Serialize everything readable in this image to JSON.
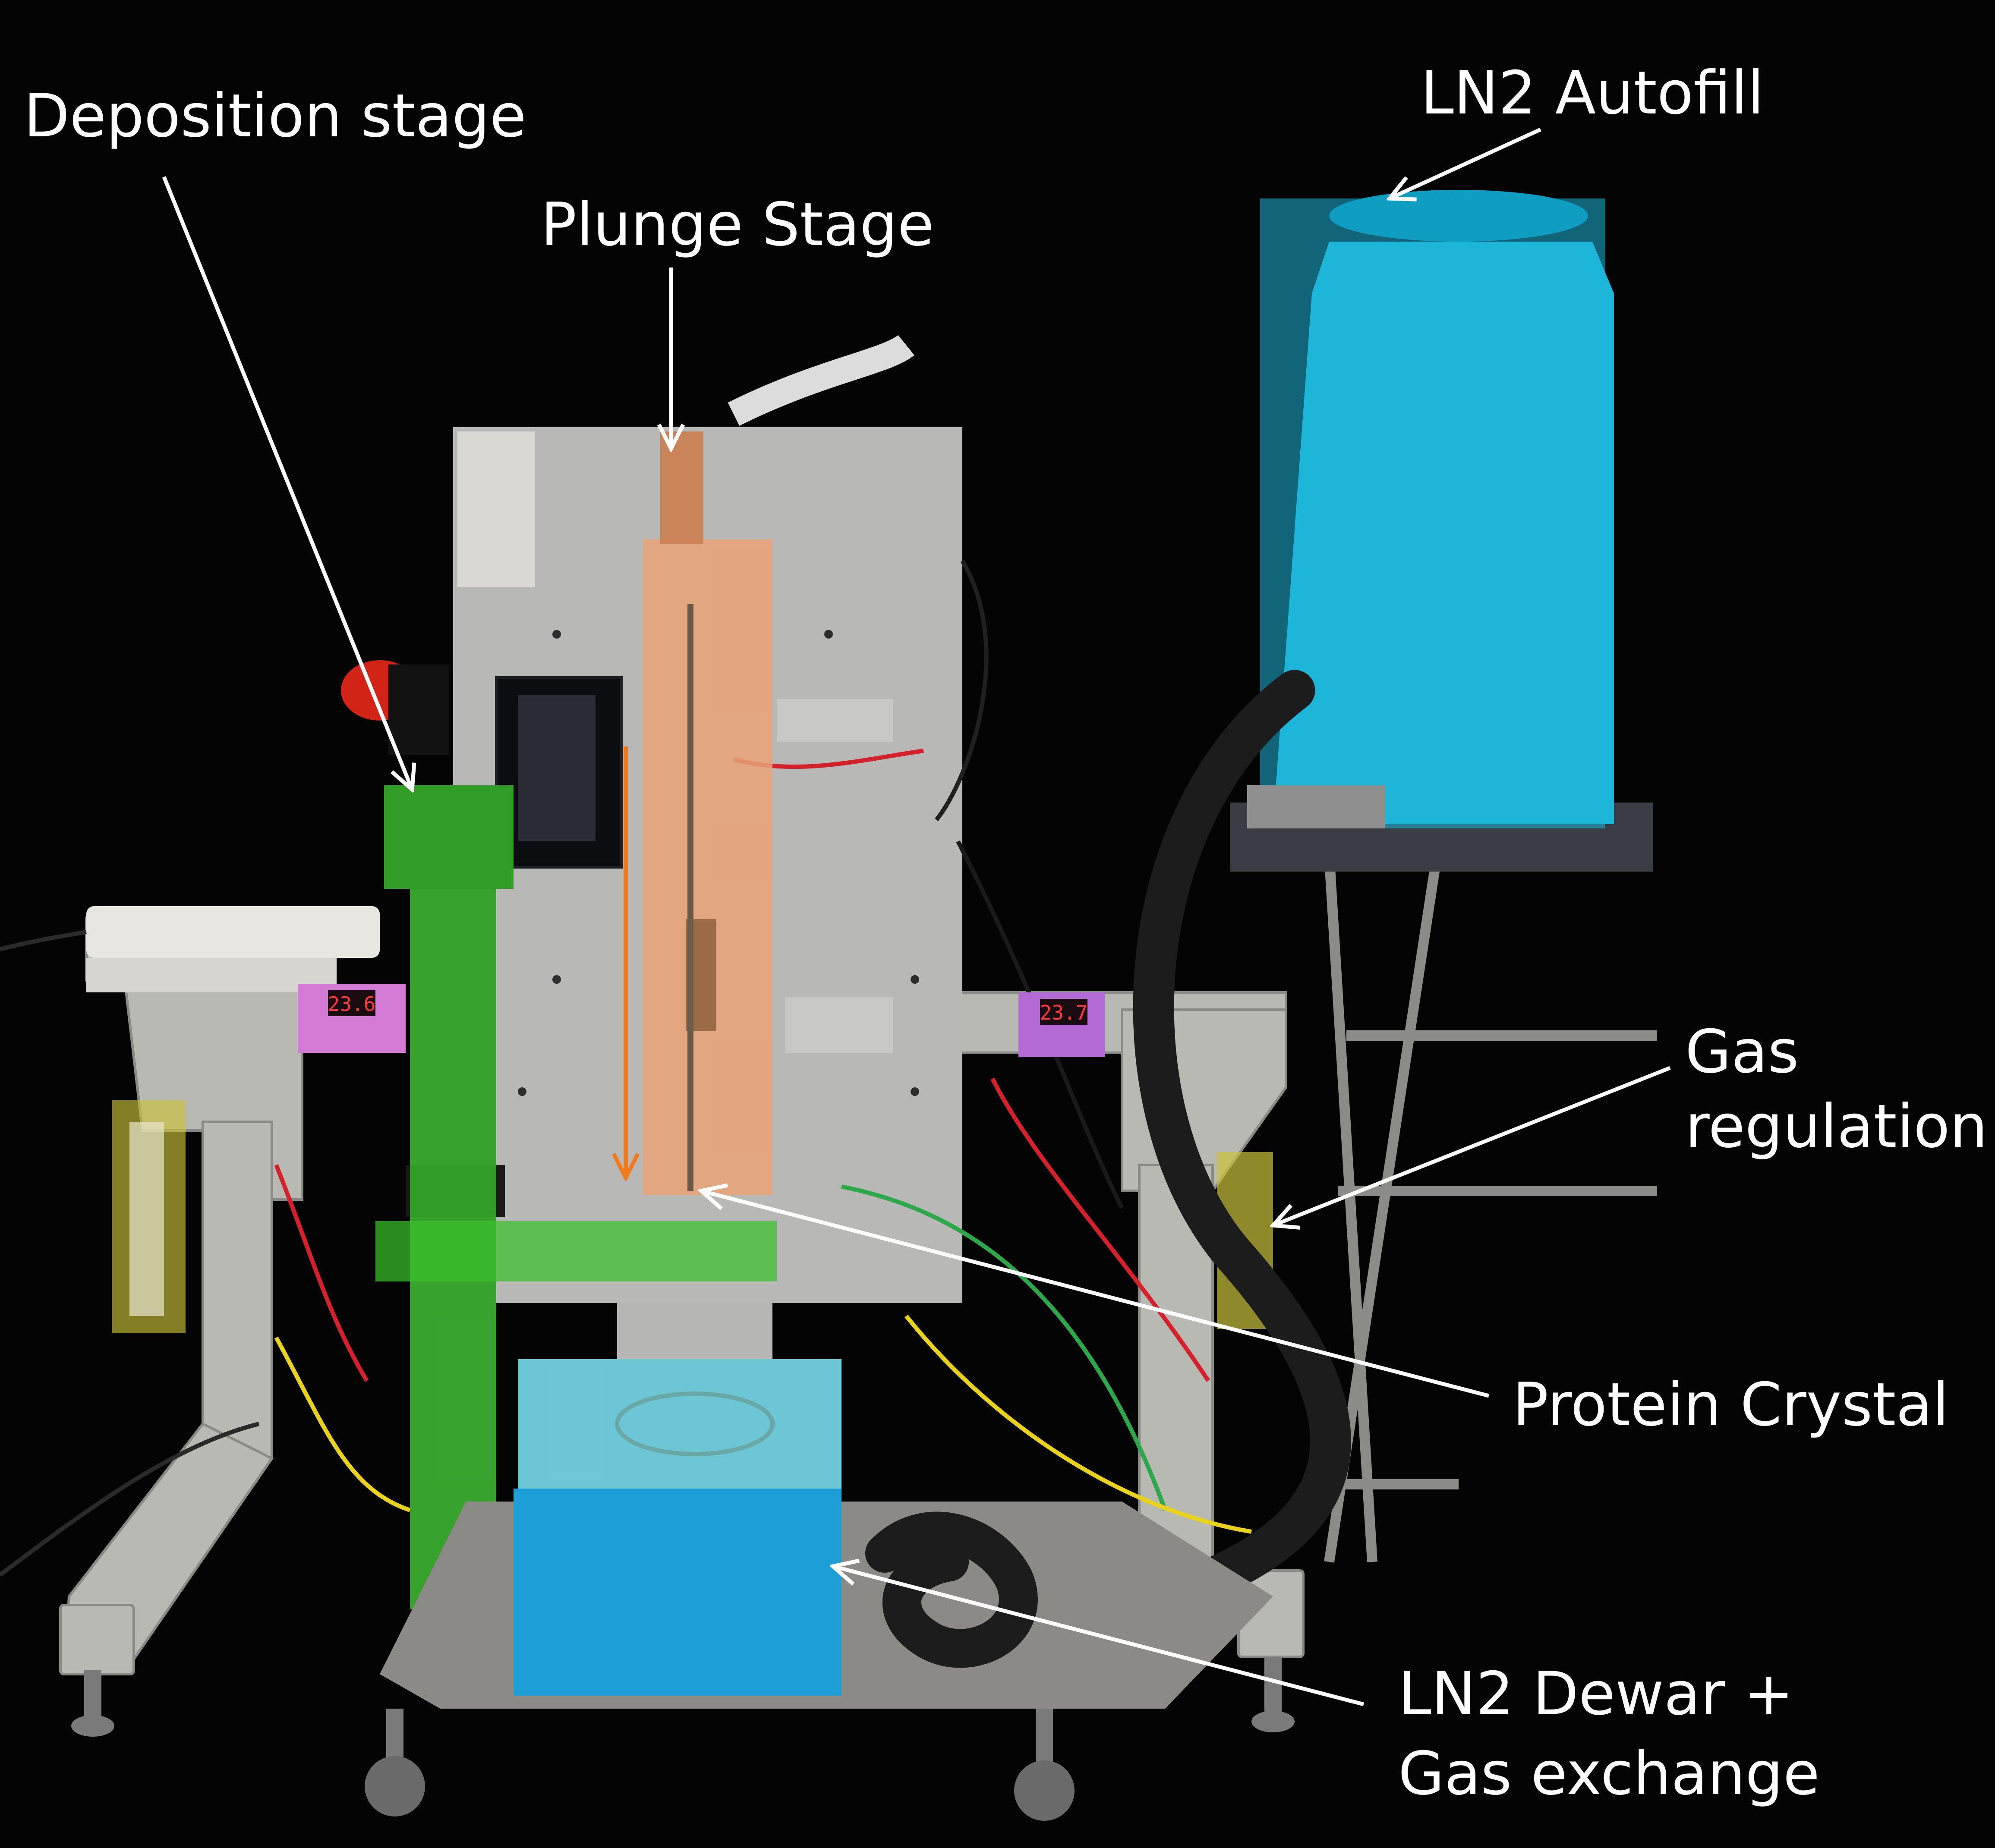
{
  "labels": {
    "deposition_stage": "Deposition stage",
    "plunge_stage": "Plunge Stage",
    "ln2_autofill": "LN2 Autofill",
    "gas_regulation_line1": "Gas",
    "gas_regulation_line2": "regulation",
    "protein_crystal": "Protein Crystal",
    "ln2_dewar_line1": "LN2 Dewar +",
    "ln2_dewar_line2": "Gas exchange"
  },
  "readouts": {
    "left_temp": "23.6",
    "right_temp": "23.7"
  },
  "highlight_colors": {
    "deposition_stage": "#39c12a",
    "plunge_stage": "#e9a277",
    "ln2_autofill": "#1eb6d8",
    "gas_regulation": "#c9c23a",
    "ln2_dewar": "#1e9fd6",
    "controller": "#d27ad4",
    "plunge_arrow": "#f07a1c"
  }
}
